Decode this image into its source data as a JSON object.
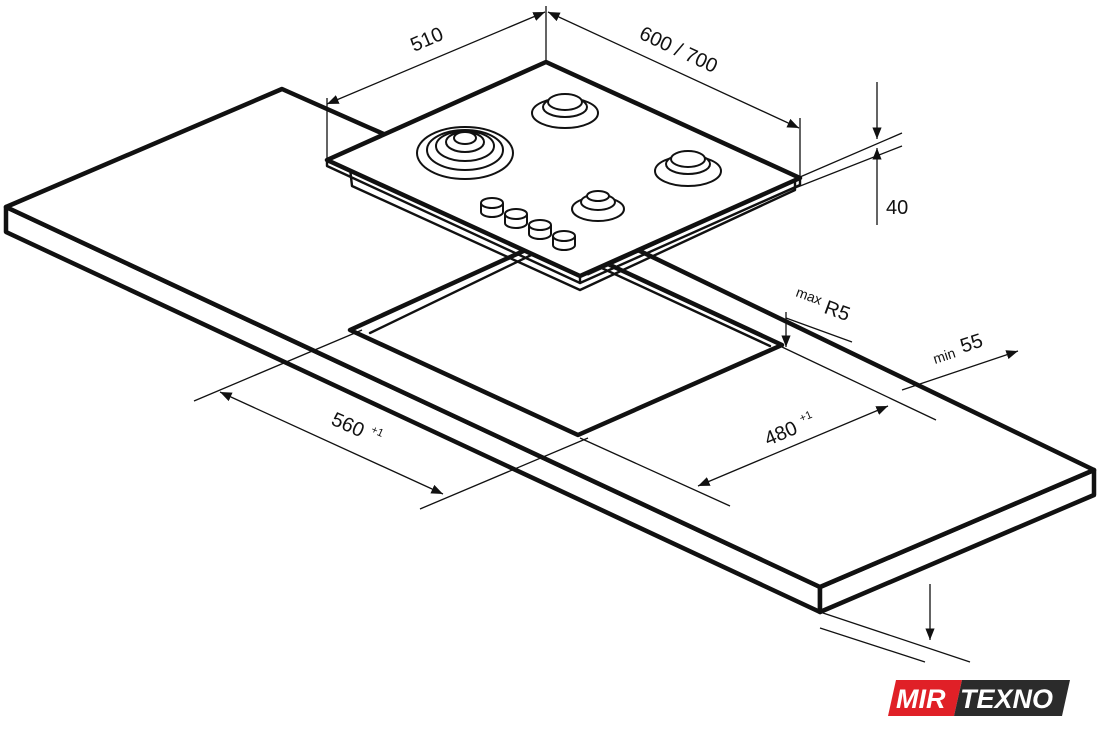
{
  "dimensions": {
    "hob_depth": "510",
    "hob_width": "600 / 700",
    "hob_height": "40",
    "cutout_width": "560",
    "cutout_width_tol": "+1",
    "cutout_depth": "480",
    "cutout_depth_tol": "+1",
    "corner_radius_prefix": "max",
    "corner_radius": "R5",
    "edge_distance_prefix": "min",
    "edge_distance": "55"
  },
  "logo": {
    "part1": "MIR",
    "part2": "TEXNO",
    "part1_color": "#e02027",
    "part2_color": "#2b2b2b"
  }
}
